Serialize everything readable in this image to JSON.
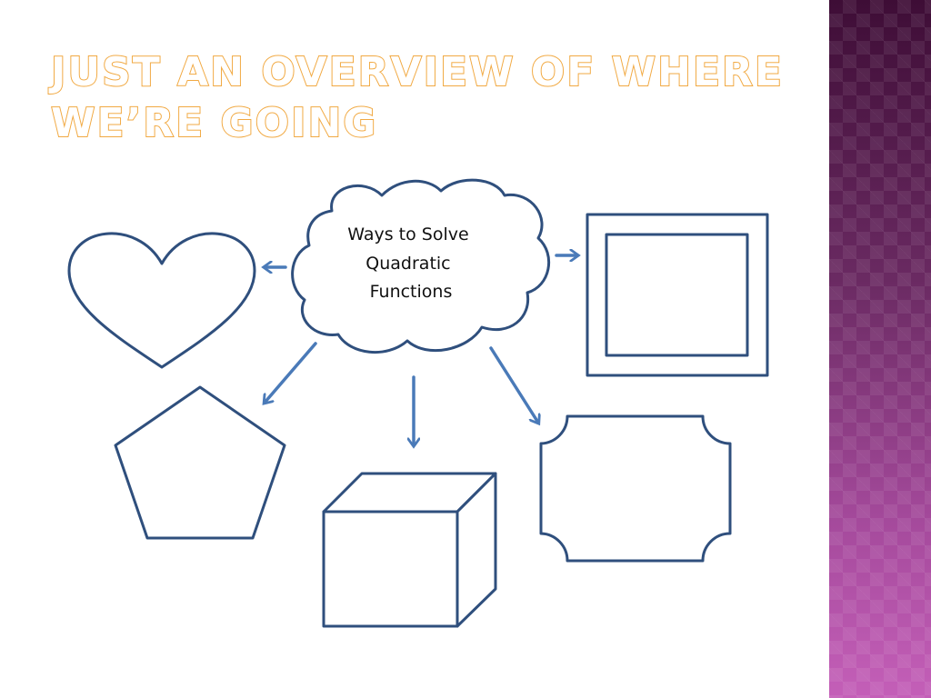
{
  "slide": {
    "title_lines": [
      "Just an overview of where",
      "we’re going"
    ],
    "colors": {
      "title_outline": "#f0a53a",
      "shape_stroke": "#2f4f7d",
      "arrow": "#4a7ab8",
      "side_band": "#7a2f73"
    }
  },
  "diagram": {
    "center": {
      "shape": "cloud",
      "text_lines": [
        "Ways to Solve",
        "Quadratic",
        "Functions"
      ]
    },
    "branches": [
      {
        "shape": "heart",
        "label": ""
      },
      {
        "shape": "double-frame",
        "label": ""
      },
      {
        "shape": "pentagon",
        "label": ""
      },
      {
        "shape": "cube",
        "label": ""
      },
      {
        "shape": "plaque",
        "label": ""
      }
    ]
  }
}
